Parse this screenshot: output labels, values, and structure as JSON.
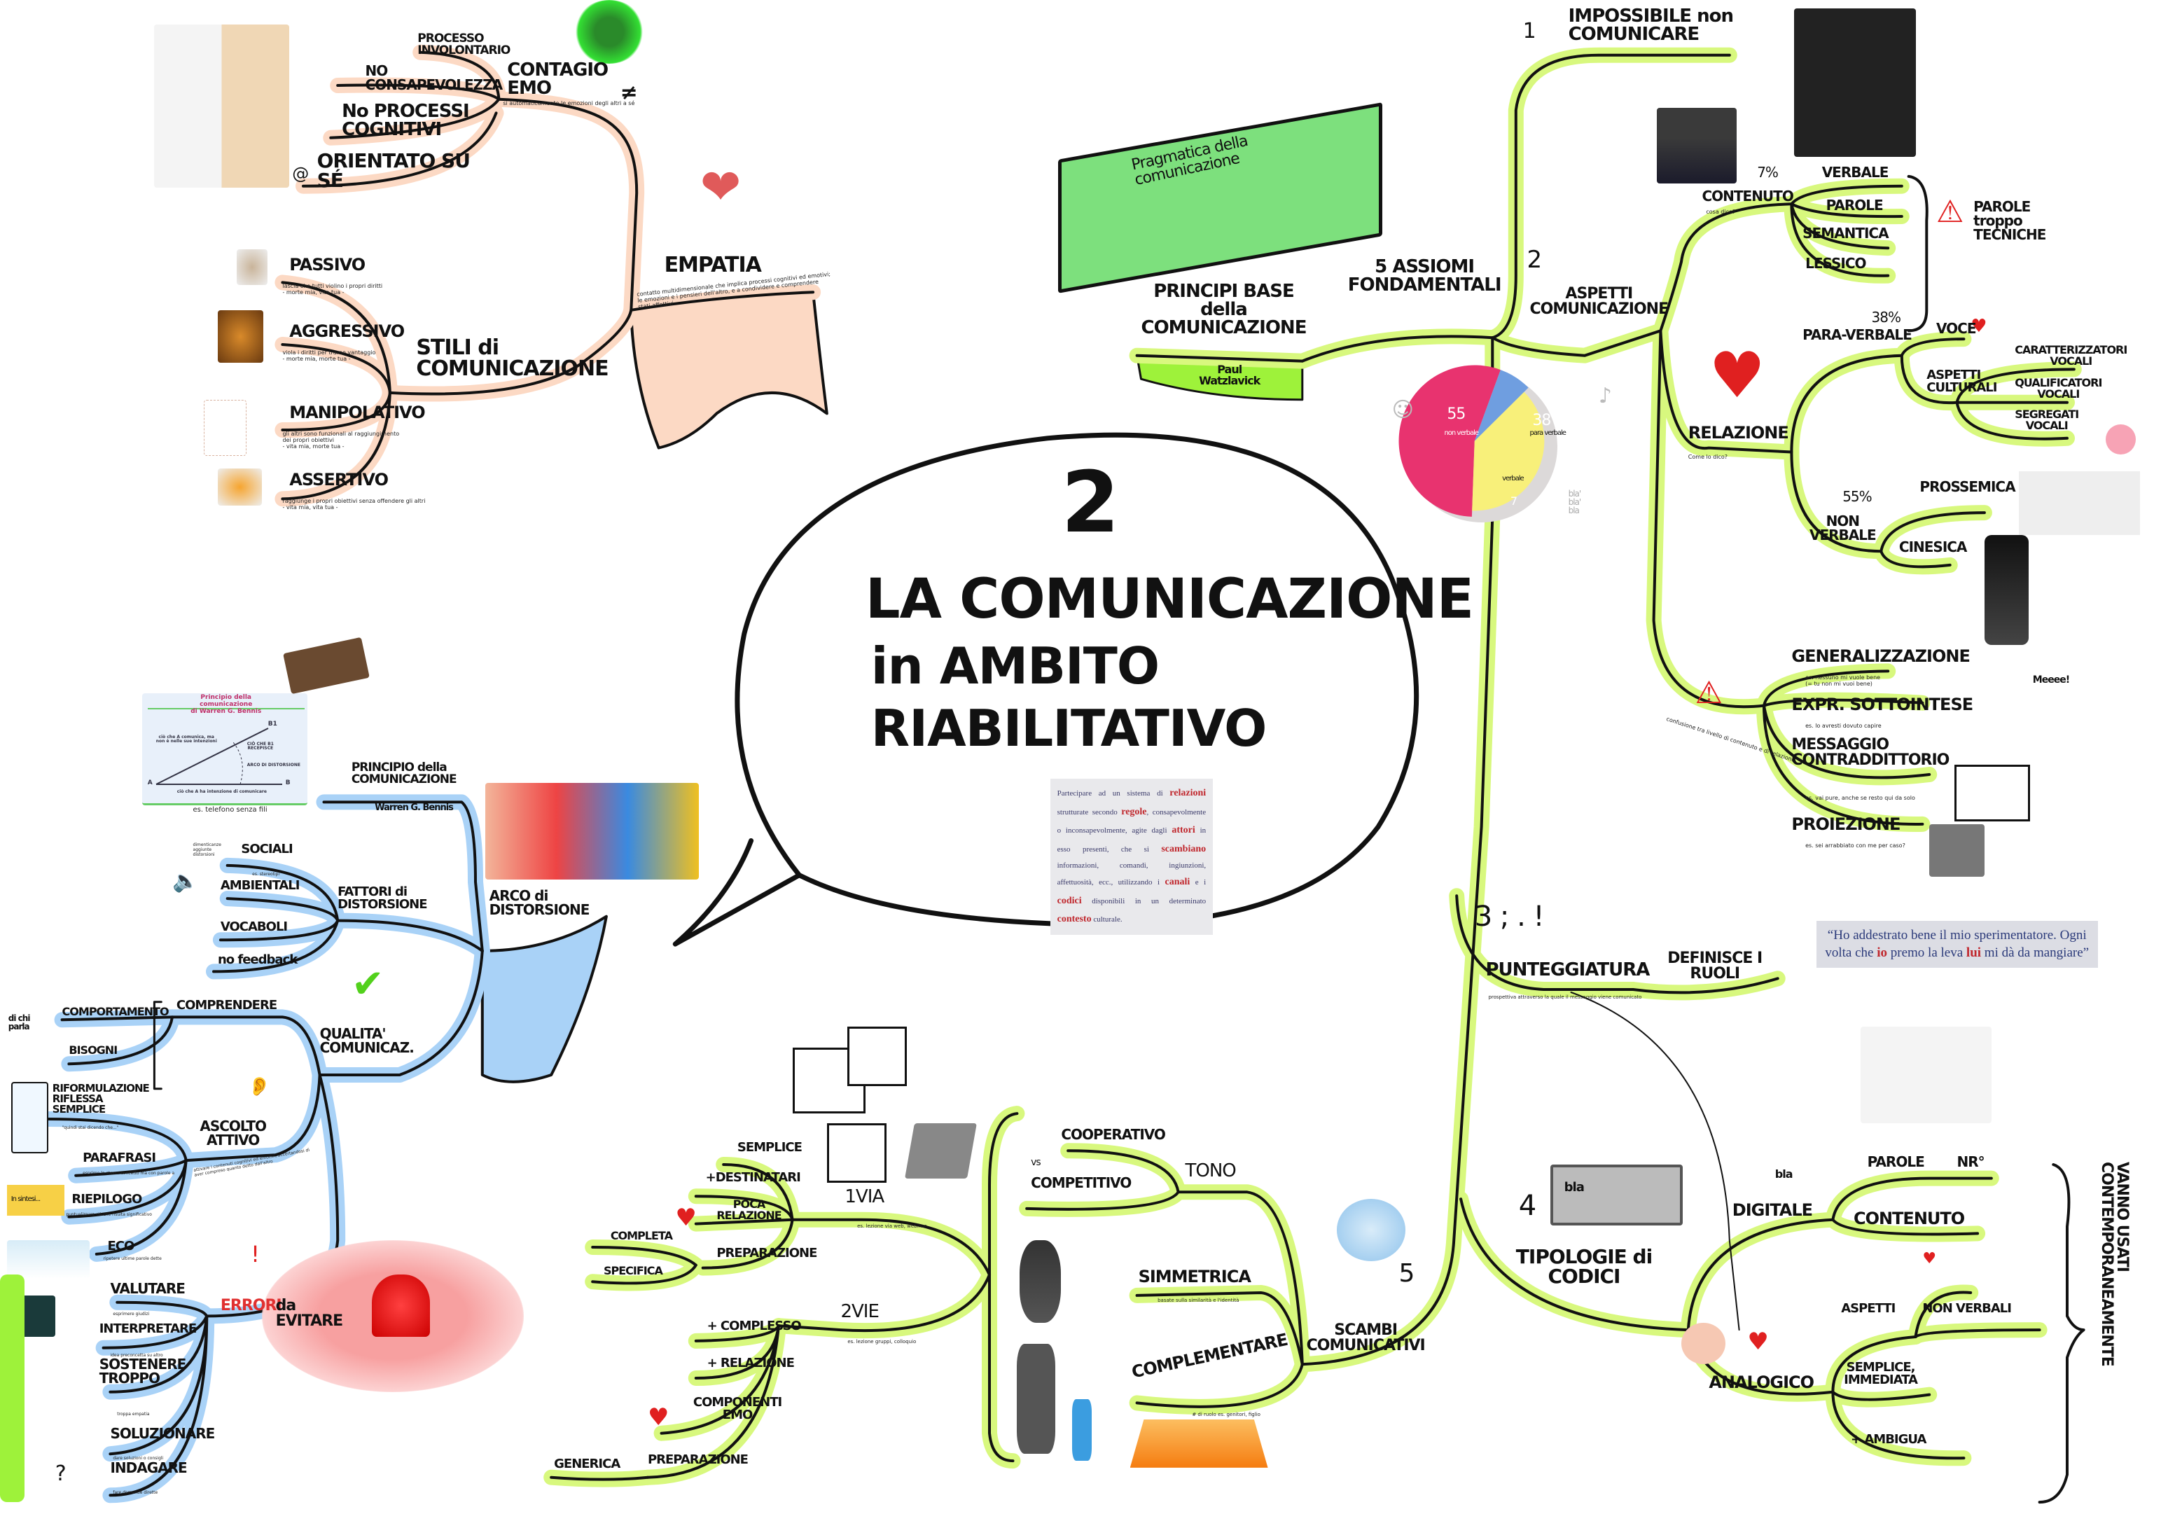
{
  "title": {
    "number": "2",
    "line1": "LA COMUNICAZIONE",
    "line2": "in AMBITO",
    "line3": "RIABILITATIVO"
  },
  "definition": {
    "parts": [
      {
        "t": "Partecipare ad un sistema di "
      },
      {
        "t": "relazioni",
        "hl": true
      },
      {
        "t": " strutturate secondo "
      },
      {
        "t": "regole",
        "hl": true
      },
      {
        "t": ", consapevolmente o inconsapevolmente, agite dagli "
      },
      {
        "t": "attori",
        "hl": true
      },
      {
        "t": " in esso presenti, che si "
      },
      {
        "t": "scambiano",
        "hl": true
      },
      {
        "t": " informazioni, comandi, ingiunzioni, affettuosità, ecc., utilizzando i "
      },
      {
        "t": "canali",
        "hl": true
      },
      {
        "t": " e i "
      },
      {
        "t": "codici",
        "hl": true
      },
      {
        "t": " disponibili in un determinato "
      },
      {
        "t": "contesto",
        "hl": true
      },
      {
        "t": " culturale."
      }
    ]
  },
  "emotions": {
    "processo_involontario": "PROCESSO\nINVOLONTARIO",
    "contagio_emo": "CONTAGIO\nEMO",
    "no_consapevolezza": "NO\nCONSAPEVOLEZZA",
    "no_processi_cognitivi": "No PROCESSI\nCOGNITIVI",
    "orientato_su_se": "ORIENTATO SU\nSÉ",
    "not_equal": "≠",
    "contagio_note": "si automaticamente le emozioni degli altri a sé",
    "empatia": "EMPATIA",
    "empatia_note": "contatto multidimensionale che implica processi cognitivi ed emotivi;\nle emozioni e i pensieri dell'altro, e a condividere e comprendere\nstati affettivi.",
    "stili": "STILI di\nCOMUNICAZIONE",
    "styles": [
      {
        "label": "PASSIVO",
        "note": "lascia che tutti violino i propri diritti\n- morte mia, vita tua -"
      },
      {
        "label": "AGGRESSIVO",
        "note": "viola i diritti per trarne vantaggio\n- morte mia, morte tua -"
      },
      {
        "label": "MANIPOLATIVO",
        "note": "gli altri sono funzionali al raggiungimento\ndei propri obiettivi\n- vita mia, morte tua -"
      },
      {
        "label": "ASSERTIVO",
        "note": "raggiunge i propri obiettivi senza offendere gli altri\n- vita mia, vita tua -"
      }
    ]
  },
  "axioms": {
    "book_title": "Pragmatica della\ncomunicazione",
    "principi": "PRINCIPI BASE\ndella\nCOMUNICAZIONE",
    "author": "Paul\nWatzlavick",
    "cinque_assiomi": "5 ASSIOMI\nFONDAMENTALI",
    "a1_num": "1",
    "a1": "IMPOSSIBILE non\nCOMUNICARE",
    "a2_num": "2",
    "a2": "ASPETTI\nCOMUNICAZIONE",
    "contenuto": "CONTENUTO",
    "contenuto_note": "cosa dico?",
    "pct_verbale": "7%",
    "contenuto_items": [
      "VERBALE",
      "PAROLE",
      "SEMANTICA",
      "LESSICO"
    ],
    "parole_tecniche": "PAROLE\ntroppo\nTECNICHE",
    "relazione": "RELAZIONE",
    "relazione_note": "Come lo dico?",
    "pct_paraverbale": "38%",
    "paraverbale": "PARA-VERBALE",
    "voce": "VOCE",
    "aspetti_culturali": "ASPETTI\nCULTURALI",
    "vocali": [
      "CARATTERIZZATORI\nVOCALI",
      "QUALIFICATORI\nVOCALI",
      "SEGREGATI\nVOCALI"
    ],
    "pct_nonverbale": "55%",
    "nonverbale": "NON\nVERBALE",
    "prossemica": "PROSSEMICA",
    "cinesica": "CINESICA",
    "warning_note": "confusione tra livello di contenuto e di relazione",
    "errori": [
      {
        "label": "GENERALIZZAZIONE",
        "note": "es. nessuno mi vuole bene\n(= tu non mi vuoi bene)"
      },
      {
        "label": "EXPR. SOTTOINTESE",
        "note": "es. lo avresti dovuto capire"
      },
      {
        "label": "MESSAGGIO\nCONTRADDITTORIO",
        "note": "es. vai pure, anche se resto qui da solo"
      },
      {
        "label": "PROIEZIONE",
        "note": "es. sei arrabbiato con me per caso?"
      }
    ],
    "sheep_bubble": "Meeee!",
    "a3_num": "3 ; . !",
    "a3": "PUNTEGGIATURA",
    "a3_note": "prospettiva attraverso la quale il messaggio viene comunicato",
    "definisce_ruoli": "DEFINISCE I\nRUOLI",
    "quote_parts": [
      {
        "t": "“Ho addestrato bene il mio sperimentatore. Ogni volta che "
      },
      {
        "t": "io",
        "hl": true
      },
      {
        "t": " premo la leva "
      },
      {
        "t": "lui",
        "hl": true
      },
      {
        "t": " mi dà da mangiare”"
      }
    ],
    "a4_num": "4",
    "codici_bla": "bla",
    "a4": "TIPOLOGIE di\nCODICI",
    "digitale": "DIGITALE",
    "digitale_bubble": "bla",
    "digitale_items": [
      "PAROLE",
      "NR°",
      "CONTENUTO"
    ],
    "analogico": "ANALOGICO",
    "analogico_items": [
      "ASPETTI",
      "NON VERBALI",
      "SEMPLICE,\nIMMEDIATA",
      "+ AMBIGUA"
    ],
    "contemporaneamente": "VANNO USATI CONTEMPORANEAMENTE",
    "a5_num": "5",
    "a5": "SCAMBI\nCOMUNICATIVI",
    "tono": "TONO",
    "cooperativo": "COOPERATIVO",
    "vs": "vs",
    "competitivo": "COMPETITIVO",
    "simmetrica": "SIMMETRICA",
    "simmetrica_note": "basate sulla similarità e l'identità",
    "complementare": "COMPLEMENTARE",
    "complementare_note": "# di ruolo es. genitori, figlio"
  },
  "pie": {
    "slices": [
      {
        "label": "non verbale",
        "value": 55,
        "color": "#e8336f"
      },
      {
        "label": "para verbale",
        "value": 38,
        "color": "#f8f07a"
      },
      {
        "label": "verbale",
        "value": 7,
        "color": "#6f9ee0"
      }
    ],
    "bubble": "bla'\nbla'\nbla"
  },
  "channels": {
    "una_via": "1VIA",
    "una_via_note": "es. lezione via web, webinar",
    "una_via_items": [
      "SEMPLICE",
      "+DESTINATARI",
      "POCA\nRELAZIONE",
      "PREPARAZIONE"
    ],
    "prep_items": [
      "COMPLETA",
      "SPECIFICA"
    ],
    "due_vie": "2VIE",
    "due_vie_note": "es. lezione gruppi, colloquio",
    "due_vie_items": [
      "+ COMPLESSO",
      "+ RELAZIONE",
      "COMPONENTI\nEMO",
      "PREPARAZIONE"
    ],
    "generica": "GENERICA"
  },
  "distortion": {
    "bennis_title": "Principio della comunicazione\ndi Warren G. Bennis",
    "bennis_a_comunica": "ciò che A comunica, ma\nnon è nelle sue intenzioni",
    "bennis_recepisce": "CIÒ CHE B1\nRECEPISCE",
    "bennis_arco": "ARCO DI DISTORSIONE",
    "bennis_intenzione": "ciò che A ha intenzione di comunicare",
    "bennis_A": "A",
    "bennis_B": "B",
    "bennis_B1": "B1",
    "telefono": "es. telefono senza fili",
    "principio": "PRINCIPIO della\nCOMUNICAZIONE",
    "bennis": "Warren G. Bennis",
    "arco": "ARCO di\nDISTORSIONE",
    "fattori": "FATTORI di\nDISTORSIONE",
    "fattori_items": [
      "SOCIALI",
      "AMBIENTALI",
      "VOCABOLI",
      "no feedback"
    ],
    "sociali_note": "dimenticanze\naggiunte\ndistorsioni",
    "sociali_es": "es. stereotipi",
    "qualita": "QUALITA'\nCOMUNICAZ.",
    "comprendere": "COMPRENDERE",
    "comprendere_items": [
      "COMPORTAMENTO",
      "BISOGNI"
    ],
    "di_chi_parla": "di chi\nparla",
    "ascolto": "ASCOLTO\nATTIVO",
    "ascolto_note": "attivare i contenuti cognitivi ed emotivi, accertandosi di\naver compreso quanto detto dall'altro",
    "ascolto_items": [
      {
        "label": "RIFORMULAZIONE\nRIFLESSA\nSEMPLICE",
        "note": "\"quindi stai dicendo che...\""
      },
      {
        "label": "PARAFRASI",
        "note": "esprimo lo stesso concetto ma con parole a"
      },
      {
        "label": "RIEPILOGO",
        "note": "puntualizzare ciò che risulta significativo"
      },
      {
        "label": "ECO",
        "note": "ripetere ultime parole dette"
      }
    ],
    "in_sintesi": "In sintesi...",
    "errori": "ERRORI",
    "da_evitare": "da\nEVITARE",
    "errori_items": [
      {
        "label": "VALUTARE",
        "note": "esprimere giudizi"
      },
      {
        "label": "INTERPRETARE",
        "note": "idea preconcetta su altro"
      },
      {
        "label": "SOSTENERE\nTROPPO",
        "note": "troppa empatia"
      },
      {
        "label": "SOLUZIONARE",
        "note": "dare soluzioni o consigli"
      },
      {
        "label": "INDAGARE",
        "note": "fare domande dirette"
      }
    ]
  },
  "colors": {
    "orange": "#fcd9c4",
    "green": "#d8f87e",
    "blue": "#a9d2f7",
    "ink": "#111111",
    "red": "#e03030"
  }
}
